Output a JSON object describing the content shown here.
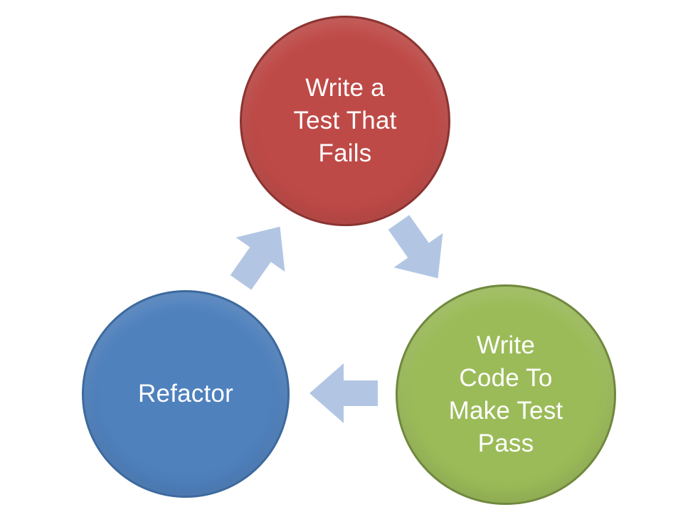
{
  "diagram": {
    "type": "cycle",
    "arrow_color": "#B2C6E4",
    "nodes": [
      {
        "id": "write-failing-test",
        "label": "Write a Test That Fails",
        "lines": [
          "Write a",
          "Test That",
          "Fails"
        ],
        "fill": "#BE4A47",
        "border": "#8A3432",
        "text_color": "#FFFFFF"
      },
      {
        "id": "write-code-to-pass",
        "label": "Write Code To Make Test Pass",
        "lines": [
          "Write",
          "Code To",
          "Make Test",
          "Pass"
        ],
        "fill": "#9BBB59",
        "border": "#70883E",
        "text_color": "#FFFFFF"
      },
      {
        "id": "refactor",
        "label": "Refactor",
        "lines": [
          "Refactor"
        ],
        "fill": "#4F81BD",
        "border": "#3D6A9E",
        "text_color": "#FFFFFF"
      }
    ],
    "arrows": [
      {
        "from": "write-failing-test",
        "to": "write-code-to-pass"
      },
      {
        "from": "write-code-to-pass",
        "to": "refactor"
      },
      {
        "from": "refactor",
        "to": "write-failing-test"
      }
    ]
  }
}
